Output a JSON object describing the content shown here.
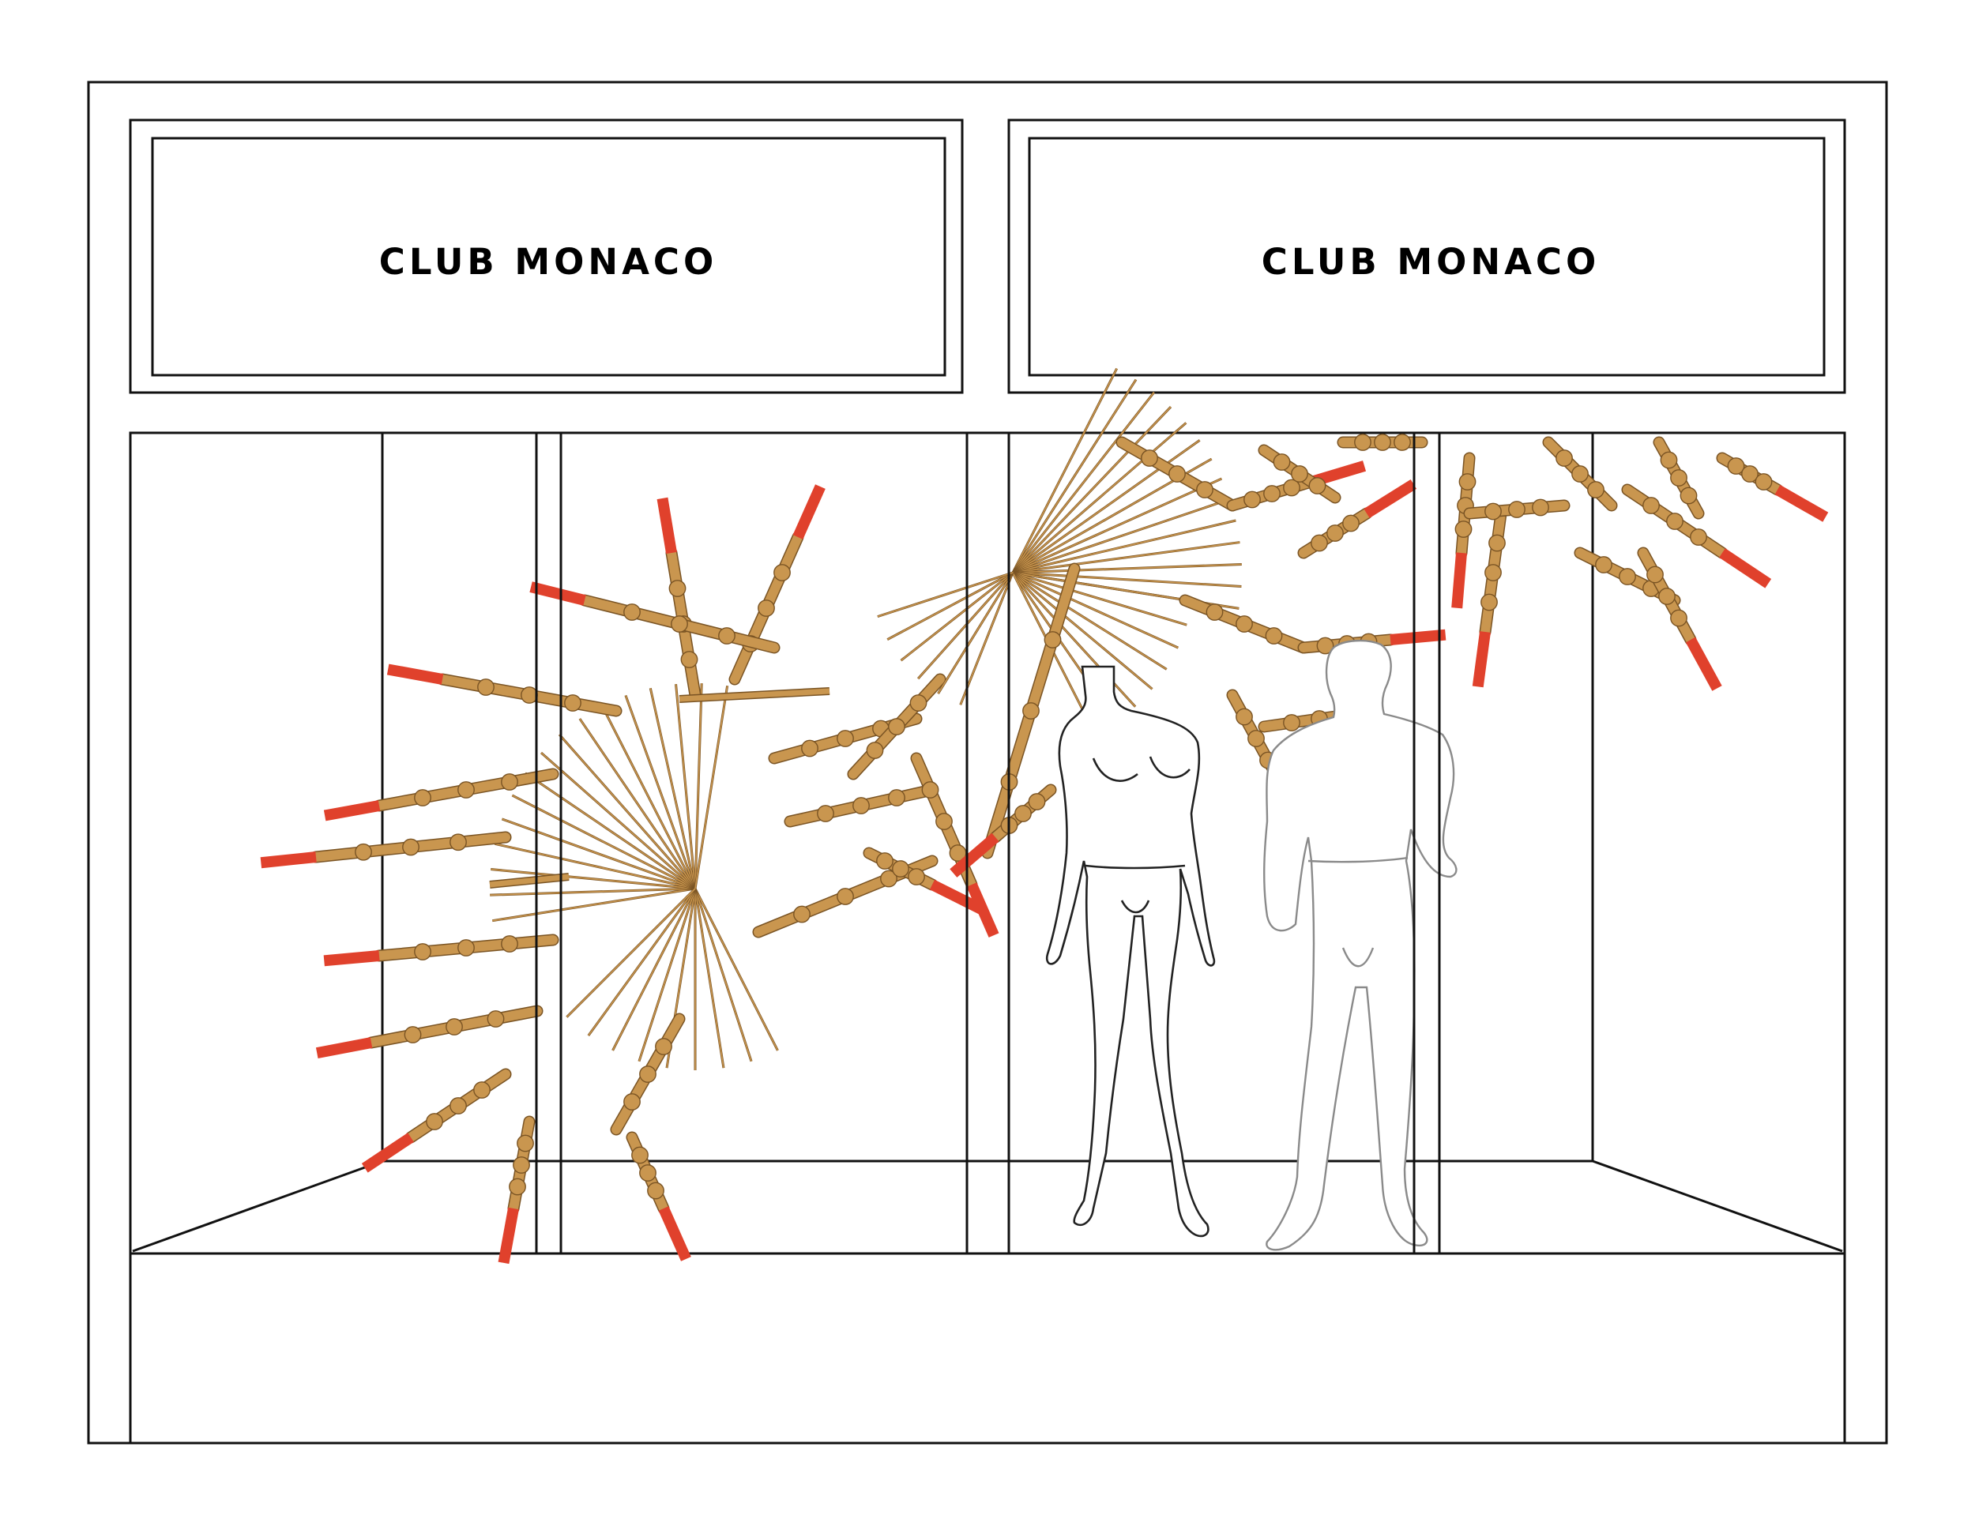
{
  "signs": [
    {
      "text": "CLUB MONACO"
    },
    {
      "text": "CLUB MONACO"
    }
  ],
  "colors": {
    "line": "#111111",
    "wood": "#c9964f",
    "wood_dark": "#7a5424",
    "accent_red": "#e0412c",
    "background": "#ffffff"
  },
  "icons": {
    "sculpture": "wooden-chair-cluster",
    "figure": "headless-mannequin"
  }
}
